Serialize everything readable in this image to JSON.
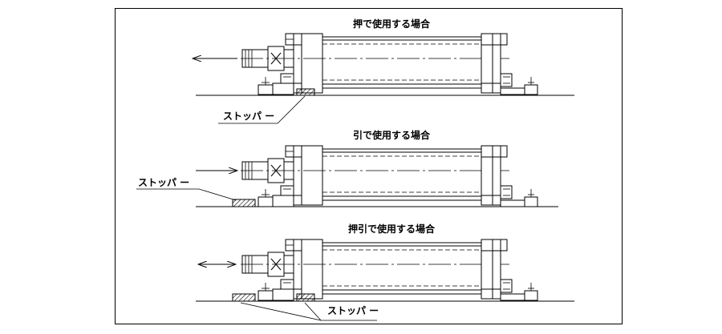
{
  "panels": [
    {
      "title": "押で使用する場合",
      "stopper_label": "ストッパ ー",
      "arrow": "left"
    },
    {
      "title": "引で使用する場合",
      "stopper_label": "ストッパ ー",
      "arrow": "right"
    },
    {
      "title": "押引で使用する場合",
      "stopper_label": "ストッパ ー",
      "arrow": "both"
    }
  ]
}
